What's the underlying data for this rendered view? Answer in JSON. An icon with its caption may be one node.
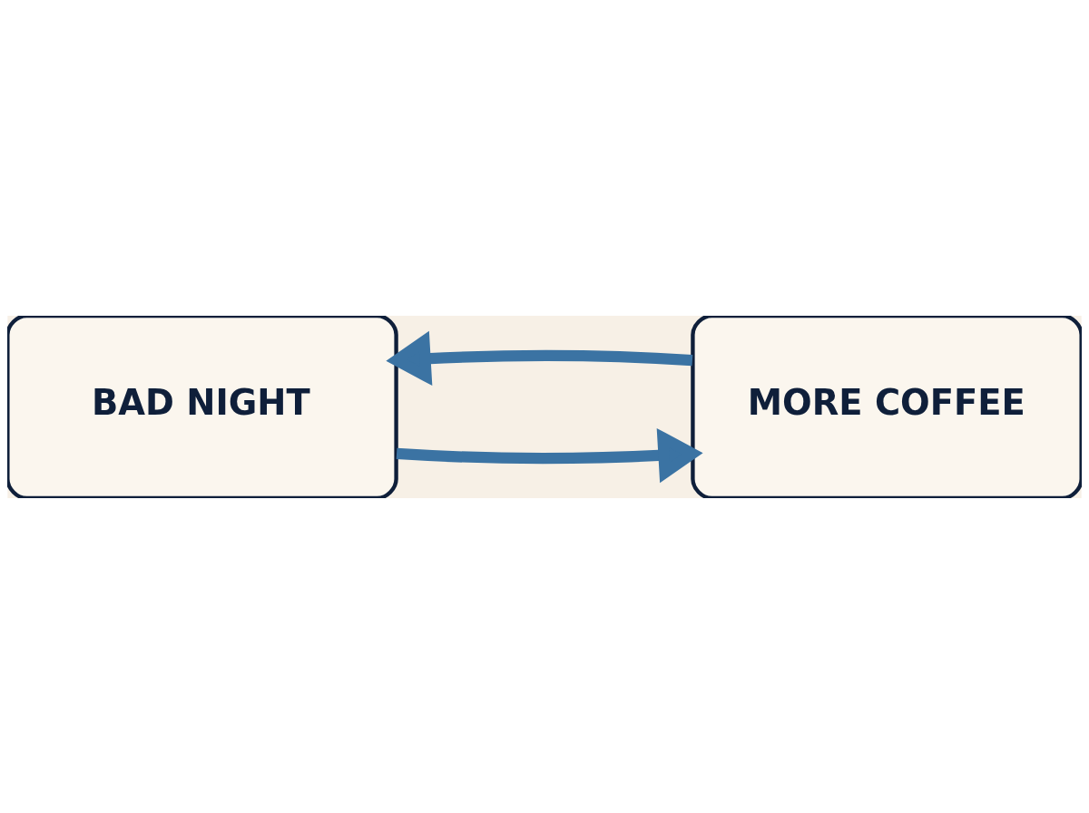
{
  "diagram": {
    "nodes": [
      {
        "text": [
          "BAD NIGHT"
        ]
      },
      {
        "text": [
          "MORE COFFEE"
        ]
      }
    ],
    "edges": [
      {
        "from": 0,
        "to": 1,
        "arrow": "to"
      },
      {
        "from": 1,
        "to": 0,
        "arrow": "to"
      }
    ]
  }
}
